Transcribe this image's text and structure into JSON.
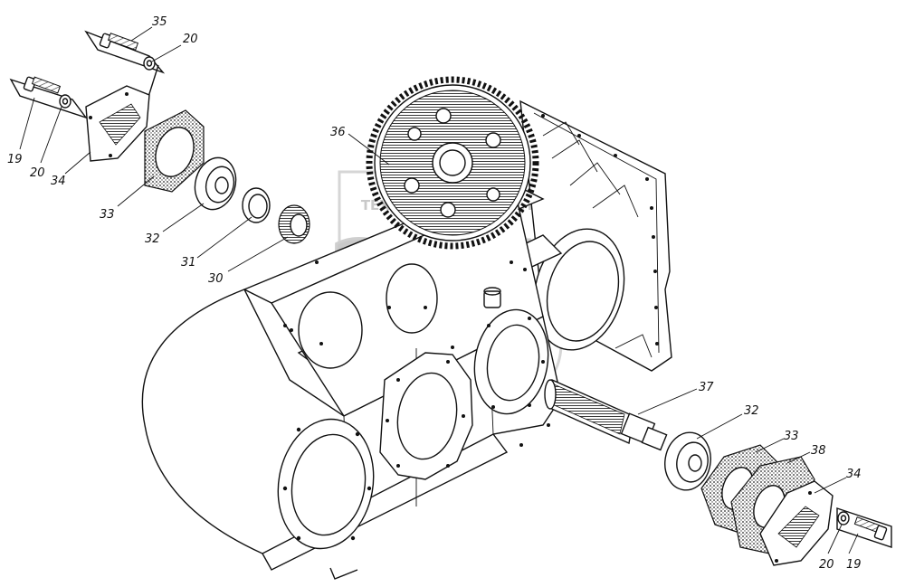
{
  "watermark": {
    "top_text": "ТЕХНИКА И ЗАПЧАСТИ",
    "big_text": "ЭТФ"
  },
  "callouts": [
    {
      "id": "c35a",
      "text": "35"
    },
    {
      "id": "c20a",
      "text": "20"
    },
    {
      "id": "c19a",
      "text": "19"
    },
    {
      "id": "c20b",
      "text": "20"
    },
    {
      "id": "c34a",
      "text": "34"
    },
    {
      "id": "c33a",
      "text": "33"
    },
    {
      "id": "c32a",
      "text": "32"
    },
    {
      "id": "c31a",
      "text": "31"
    },
    {
      "id": "c30a",
      "text": "30"
    },
    {
      "id": "c36",
      "text": "36"
    },
    {
      "id": "c37",
      "text": "37"
    },
    {
      "id": "c32b",
      "text": "32"
    },
    {
      "id": "c33b",
      "text": "33"
    },
    {
      "id": "c38",
      "text": "38"
    },
    {
      "id": "c34b",
      "text": "34"
    },
    {
      "id": "c20c",
      "text": "20"
    },
    {
      "id": "c19b",
      "text": "19"
    }
  ],
  "colors": {
    "ink": "#111111",
    "paper": "#ffffff",
    "watermark": "#c9c9c9"
  }
}
